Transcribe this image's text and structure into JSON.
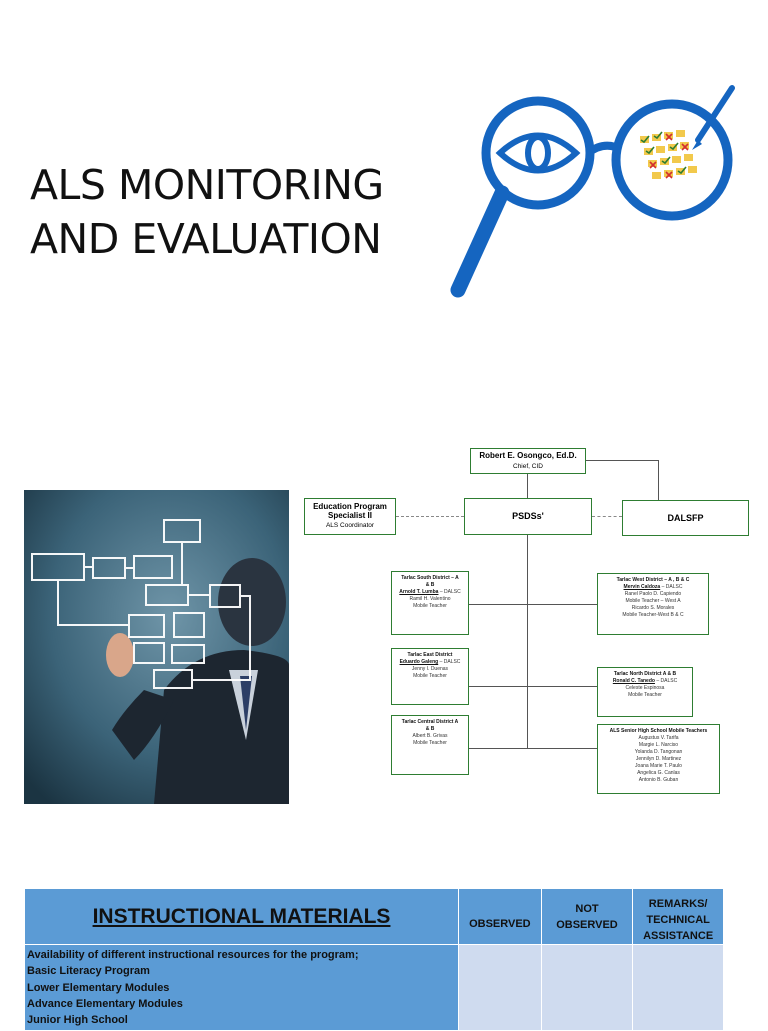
{
  "title": {
    "line1": "ALS MONITORING",
    "line2": "AND EVALUATION"
  },
  "colors": {
    "accent": "#1565c0",
    "table_header": "#5b9bd5",
    "table_cell": "#cfdbef",
    "org_border": "#2e7d32"
  },
  "org": {
    "chief": {
      "name": "Robert E. Osongco, Ed.D.",
      "role": "Chief, CID"
    },
    "eps": {
      "line1": "Education Program",
      "line2": "Specialist II",
      "role": "ALS Coordinator"
    },
    "psds": "PSDSs'",
    "dalsfp": "DALSFP",
    "south": {
      "l1": "Tarlac South District – A",
      "l2": "& B",
      "name": "Arnold T. Lumba",
      "suffix": " – DALSC",
      "l3": "Ramil H. Valentino",
      "l4": "Mobile Teacher"
    },
    "east": {
      "l1": "Tarlac East District",
      "name": "Eduardo Galeng",
      "suffix": " – DALSC",
      "l2": "Jenny I. Duenas",
      "l3": "Mobile Teacher"
    },
    "central": {
      "l1": "Tarlac Central District A",
      "l2": "& B",
      "l3": "Albert B. Grivas",
      "l4": "Mobile Teacher"
    },
    "west": {
      "l1": "Tarlac West District – A , B & C",
      "name": "Mervin Caldoza",
      "suffix": " – DALSC",
      "l2": "Ranel Paolo D. Capiendo",
      "l3": "Mobile Teacher – West A",
      "l4": "Ricardo S. Morales",
      "l5": "Mobile Teacher-West B & C"
    },
    "north": {
      "l1": "Tarlac North District A & B",
      "name": "Ronald C. Tanedo",
      "suffix": " – DALSC",
      "l2": "Celeste Espinosa",
      "l3": "Mobile Teacher"
    },
    "shs": {
      "l1": "ALS Senior High School Mobile Teachers",
      "names": [
        "Augustus V. Tarifa",
        "Margie L. Narciso",
        "Yolanda D. Tangonan",
        "Jennilyn D. Martinez",
        "Joana Marie T. Paulo",
        "Angelica G. Canlas",
        "Antonio B. Guban"
      ]
    }
  },
  "table": {
    "header": "INSTRUCTIONAL MATERIALS",
    "observed": "OBSERVED",
    "not_observed_1": "NOT",
    "not_observed_2": "OBSERVED",
    "remarks_1": "REMARKS/",
    "remarks_2": "TECHNICAL",
    "remarks_3": "ASSISTANCE",
    "rows": [
      "Availability of different instructional resources for the program;",
      "Basic Literacy Program",
      "Lower Elementary Modules",
      "Advance Elementary Modules",
      "Junior High School"
    ]
  }
}
